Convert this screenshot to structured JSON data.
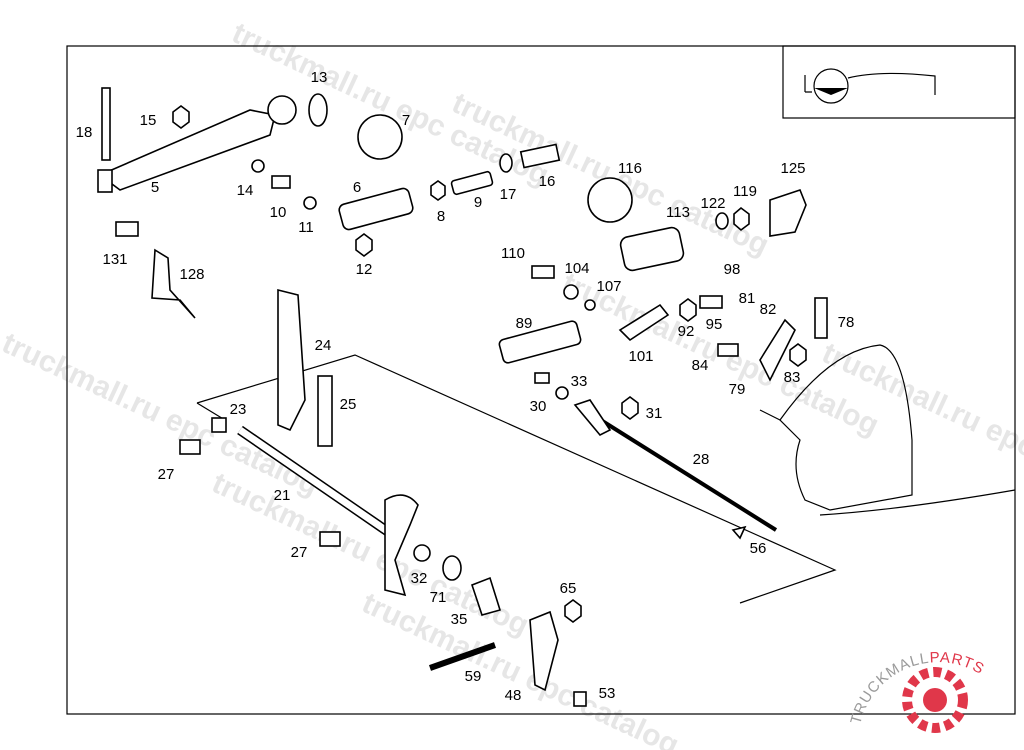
{
  "watermark": "truckmall.ru epc catalog",
  "logo": {
    "text_primary": "TRUCKMALL",
    "text_accent": "PARTS",
    "accent_color": "#e0374a",
    "primary_color": "#9a9a9a"
  },
  "part_labels": [
    "13",
    "15",
    "18",
    "5",
    "14",
    "10",
    "11",
    "6",
    "7",
    "12",
    "8",
    "9",
    "17",
    "16",
    "116",
    "125",
    "113",
    "122",
    "119",
    "131",
    "128",
    "110",
    "104",
    "107",
    "98",
    "81",
    "82",
    "78",
    "89",
    "92",
    "95",
    "101",
    "84",
    "79",
    "83",
    "24",
    "25",
    "23",
    "33",
    "30",
    "31",
    "27",
    "21",
    "28",
    "56",
    "27",
    "32",
    "71",
    "65",
    "35",
    "59",
    "48",
    "53"
  ]
}
